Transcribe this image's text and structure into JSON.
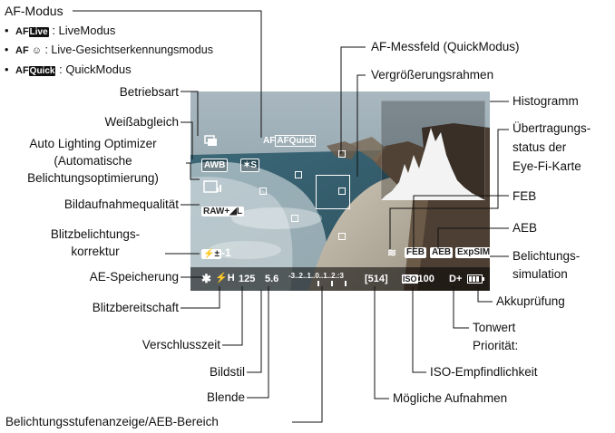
{
  "af_header": "AF-Modus",
  "af_modes": [
    {
      "icon_prefix": "AF",
      "icon_text": "Live",
      "label": ": LiveModus"
    },
    {
      "icon_prefix": "AF",
      "icon_text": "☺",
      "label": ": Live-Gesichtserkennungsmodus"
    },
    {
      "icon_prefix": "AF",
      "icon_text": "Quick",
      "label": ": QuickModus"
    }
  ],
  "labels": {
    "betriebsart": "Betriebsart",
    "weissabgleich": "Weißabgleich",
    "alo_1": "Auto Lighting Optimizer",
    "alo_2": "(Automatische",
    "alo_3": "Belichtungsoptimierung)",
    "bildqualitaet": "Bildaufnahmequalität",
    "blitz_1": "Blitzbelichtungs-",
    "blitz_2": "korrektur",
    "ae_speicherung": "AE-Speicherung",
    "blitzbereitschaft": "Blitzbereitschaft",
    "verschlusszeit": "Verschlusszeit",
    "bildstil": "Bildstil",
    "blende": "Blende",
    "belichtungsstufen": "Belichtungsstufenanzeige/AEB-Bereich",
    "af_messfeld": "AF-Messfeld (QuickModus)",
    "vergroesserung": "Vergrößerungsrahmen",
    "histogramm": "Histogramm",
    "eyefi_1": "Übertragungs-",
    "eyefi_2": "status der",
    "eyefi_3": "Eye-Fi-Karte",
    "feb": "FEB",
    "aeb": "AEB",
    "belsim_1": "Belichtungs-",
    "belsim_2": "simulation",
    "akku": "Akkuprüfung",
    "tonwert_1": "Tonwert",
    "tonwert_2": "Priorität:",
    "iso": "ISO-Empfindlichkeit",
    "aufnahmen": "Mögliche Aufnahmen"
  },
  "overlay": {
    "af_quick": "AFQuick",
    "awb": "AWB",
    "picture_style": "S",
    "quality": "RAW+◢L",
    "flash_comp": "-1",
    "shutter": "125",
    "aperture": "5.6",
    "scale": "-3..2..1..0..1..2.:3",
    "shots": "[514]",
    "iso_icon": "ISO",
    "iso_value": "100",
    "d_plus": "D+",
    "feb": "FEB",
    "aeb": "AEB",
    "expsim": "ExpSIM"
  },
  "colors": {
    "sky": "#8aa0ab",
    "sea": "#2f5a6a",
    "sand": "#b9b3a6",
    "cliff": "#5a4a3a"
  }
}
